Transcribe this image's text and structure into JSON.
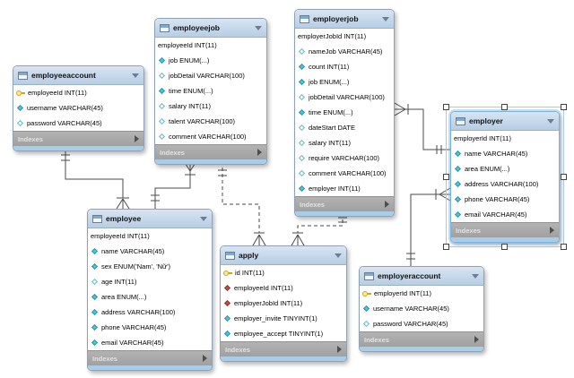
{
  "diagram": {
    "tool": "EER Diagram",
    "indexes_label": "Indexes",
    "accent_colors": {
      "header_blue": "#b7cde4",
      "footer_gray": "#a8a8a8",
      "bottom_strip_blue": "#a9cde9",
      "key_yellow": "#cfa615",
      "required_teal": "#4ec7d6",
      "foreign_key_red": "#b8544d",
      "line_gray": "#4a4a4a"
    },
    "tables": [
      {
        "name": "employeeaccount",
        "selected": false,
        "columns": [
          {
            "icon": "key",
            "text": "employeeId INT(11)"
          },
          {
            "icon": "req",
            "text": "username VARCHAR(45)"
          },
          {
            "icon": "opt",
            "text": "password VARCHAR(45)"
          }
        ],
        "footer_label": "Indexes"
      },
      {
        "name": "employeejob",
        "selected": false,
        "columns": [
          {
            "icon": "none",
            "text": "employeeId INT(11)"
          },
          {
            "icon": "req",
            "text": "job ENUM(...)"
          },
          {
            "icon": "opt",
            "text": "jobDetail VARCHAR(100)"
          },
          {
            "icon": "req",
            "text": "time ENUM(...)"
          },
          {
            "icon": "opt",
            "text": "salary INT(11)"
          },
          {
            "icon": "opt",
            "text": "talent VARCHAR(100)"
          },
          {
            "icon": "opt",
            "text": "comment VARCHAR(100)"
          }
        ],
        "footer_label": "Indexes"
      },
      {
        "name": "employerjob",
        "selected": false,
        "columns": [
          {
            "icon": "none",
            "text": "employerJobId INT(11)"
          },
          {
            "icon": "opt",
            "text": "nameJob VARCHAR(45)"
          },
          {
            "icon": "req",
            "text": "count INT(11)"
          },
          {
            "icon": "req",
            "text": "job ENUM(...)"
          },
          {
            "icon": "opt",
            "text": "jobDetail VARCHAR(100)"
          },
          {
            "icon": "req",
            "text": "time ENUM(...)"
          },
          {
            "icon": "opt",
            "text": "dateStart DATE"
          },
          {
            "icon": "opt",
            "text": "salary INT(11)"
          },
          {
            "icon": "opt",
            "text": "require VARCHAR(100)"
          },
          {
            "icon": "opt",
            "text": "comment VARCHAR(100)"
          },
          {
            "icon": "req",
            "text": "employer INT(11)"
          }
        ],
        "footer_label": "Indexes"
      },
      {
        "name": "employer",
        "selected": true,
        "columns": [
          {
            "icon": "none",
            "text": "employerId INT(11)"
          },
          {
            "icon": "req",
            "text": "name VARCHAR(45)"
          },
          {
            "icon": "req",
            "text": "area ENUM(...)"
          },
          {
            "icon": "req",
            "text": "address VARCHAR(100)"
          },
          {
            "icon": "req",
            "text": "phone VARCHAR(45)"
          },
          {
            "icon": "req",
            "text": "email VARCHAR(45)"
          }
        ],
        "footer_label": "Indexes"
      },
      {
        "name": "employee",
        "selected": false,
        "columns": [
          {
            "icon": "none",
            "text": "employeeId INT(11)"
          },
          {
            "icon": "req",
            "text": "name VARCHAR(45)"
          },
          {
            "icon": "req",
            "text": "sex ENUM('Nam', 'Nữ')"
          },
          {
            "icon": "opt",
            "text": "age INT(11)"
          },
          {
            "icon": "req",
            "text": "area ENUM(...)"
          },
          {
            "icon": "req",
            "text": "address VARCHAR(100)"
          },
          {
            "icon": "req",
            "text": "phone VARCHAR(45)"
          },
          {
            "icon": "req",
            "text": "email VARCHAR(45)"
          }
        ],
        "footer_label": "Indexes"
      },
      {
        "name": "apply",
        "selected": false,
        "columns": [
          {
            "icon": "key",
            "text": "id INT(11)"
          },
          {
            "icon": "fk",
            "text": "employeeId INT(11)"
          },
          {
            "icon": "fk",
            "text": "employerJobId INT(11)"
          },
          {
            "icon": "req",
            "text": "employer_invite TINYINT(1)"
          },
          {
            "icon": "req",
            "text": "employee_accept TINYINT(1)"
          }
        ],
        "footer_label": "Indexes"
      },
      {
        "name": "employeraccount",
        "selected": false,
        "columns": [
          {
            "icon": "key",
            "text": "employerId INT(11)"
          },
          {
            "icon": "req",
            "text": "username VARCHAR(45)"
          },
          {
            "icon": "opt",
            "text": "password VARCHAR(45)"
          }
        ],
        "footer_label": "Indexes"
      }
    ],
    "relationships": [
      {
        "from": "employeeaccount",
        "to": "employee",
        "line": "solid",
        "from_end": "one-exactly",
        "to_end": "many"
      },
      {
        "from": "employee",
        "to": "employeejob",
        "line": "solid",
        "from_end": "one-exactly",
        "to_end": "many"
      },
      {
        "from": "employeejob",
        "to": "apply",
        "line": "dashed",
        "from_end": "one-exactly",
        "to_end": "many"
      },
      {
        "from": "employerjob",
        "to": "apply",
        "line": "dashed",
        "from_end": "one-exactly",
        "to_end": "many"
      },
      {
        "from": "employer",
        "to": "employerjob",
        "line": "solid",
        "from_end": "one-exactly",
        "to_end": "many"
      },
      {
        "from": "employeraccount",
        "to": "employer",
        "line": "solid",
        "from_end": "one-exactly",
        "to_end": "many"
      }
    ]
  }
}
